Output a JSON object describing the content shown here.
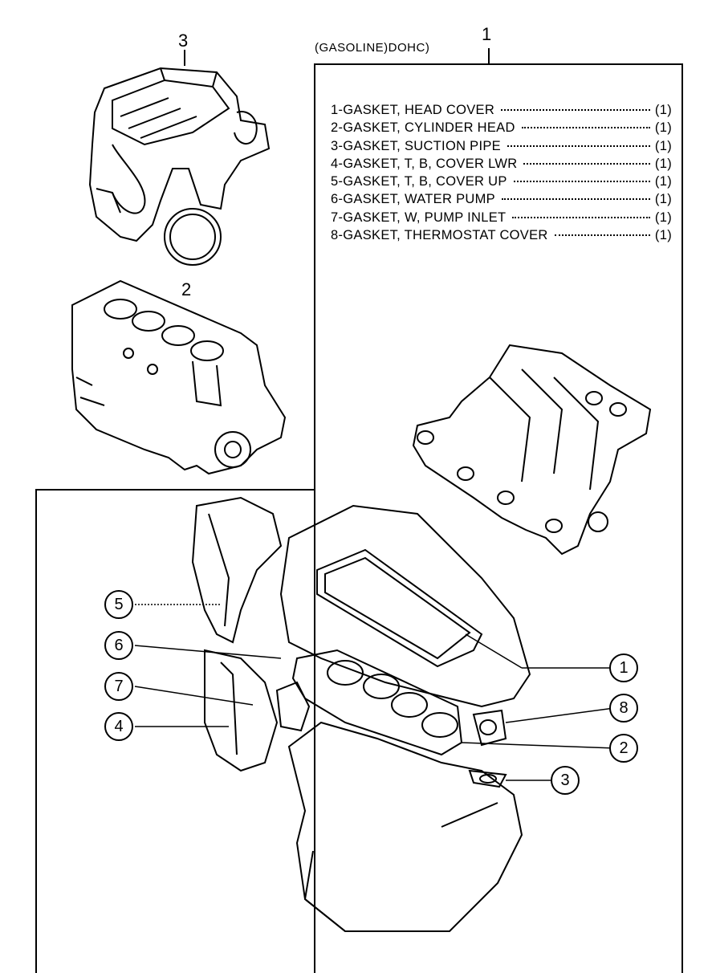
{
  "header": {
    "variant_label": "(GASOLINE)DOHC)",
    "kit_callout": "1"
  },
  "assembly_callouts": {
    "top_engine": "3",
    "block": "2"
  },
  "parts_list": [
    {
      "name": "1-GASKET, HEAD COVER",
      "qty": "(1)"
    },
    {
      "name": "2-GASKET, CYLINDER HEAD",
      "qty": "(1)"
    },
    {
      "name": "3-GASKET, SUCTION PIPE",
      "qty": "(1)"
    },
    {
      "name": "4-GASKET, T, B, COVER LWR",
      "qty": "(1)"
    },
    {
      "name": "5-GASKET, T, B, COVER UP",
      "qty": "(1)"
    },
    {
      "name": "6-GASKET, WATER PUMP",
      "qty": "(1)"
    },
    {
      "name": "7-GASKET, W, PUMP INLET",
      "qty": "(1)"
    },
    {
      "name": "8-GASKET, THERMOSTAT COVER",
      "qty": "(1)"
    }
  ],
  "bubbles": {
    "b5": "5",
    "b6": "6",
    "b7": "7",
    "b4": "4",
    "b1": "1",
    "b8": "8",
    "b2": "2",
    "b3": "3"
  }
}
